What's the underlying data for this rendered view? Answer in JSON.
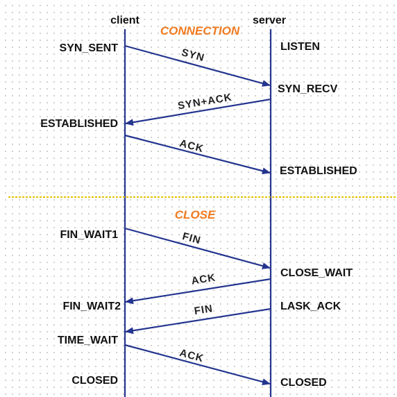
{
  "headers": {
    "client": "client",
    "server": "server"
  },
  "phases": {
    "connection": "CONNECTION",
    "close": "CLOSE",
    "color": "#f07a1e"
  },
  "client_states": {
    "syn_sent": "SYN_SENT",
    "established": "ESTABLISHED",
    "fin_wait1": "FIN_WAIT1",
    "fin_wait2": "FIN_WAIT2",
    "time_wait": "TIME_WAIT",
    "closed": "CLOSED"
  },
  "server_states": {
    "listen": "LISTEN",
    "syn_recv": "SYN_RECV",
    "established": "ESTABLISHED",
    "close_wait": "CLOSE_WAIT",
    "last_ack": "LASK_ACK",
    "closed": "CLOSED"
  },
  "messages": {
    "syn": "SYN",
    "syn_ack": "SYN+ACK",
    "ack1": "ACK",
    "fin1": "FIN",
    "ack2": "ACK",
    "fin2": "FIN",
    "ack3": "ACK"
  },
  "colors": {
    "lifeline": "#24358f",
    "divider": "#e6c200"
  }
}
